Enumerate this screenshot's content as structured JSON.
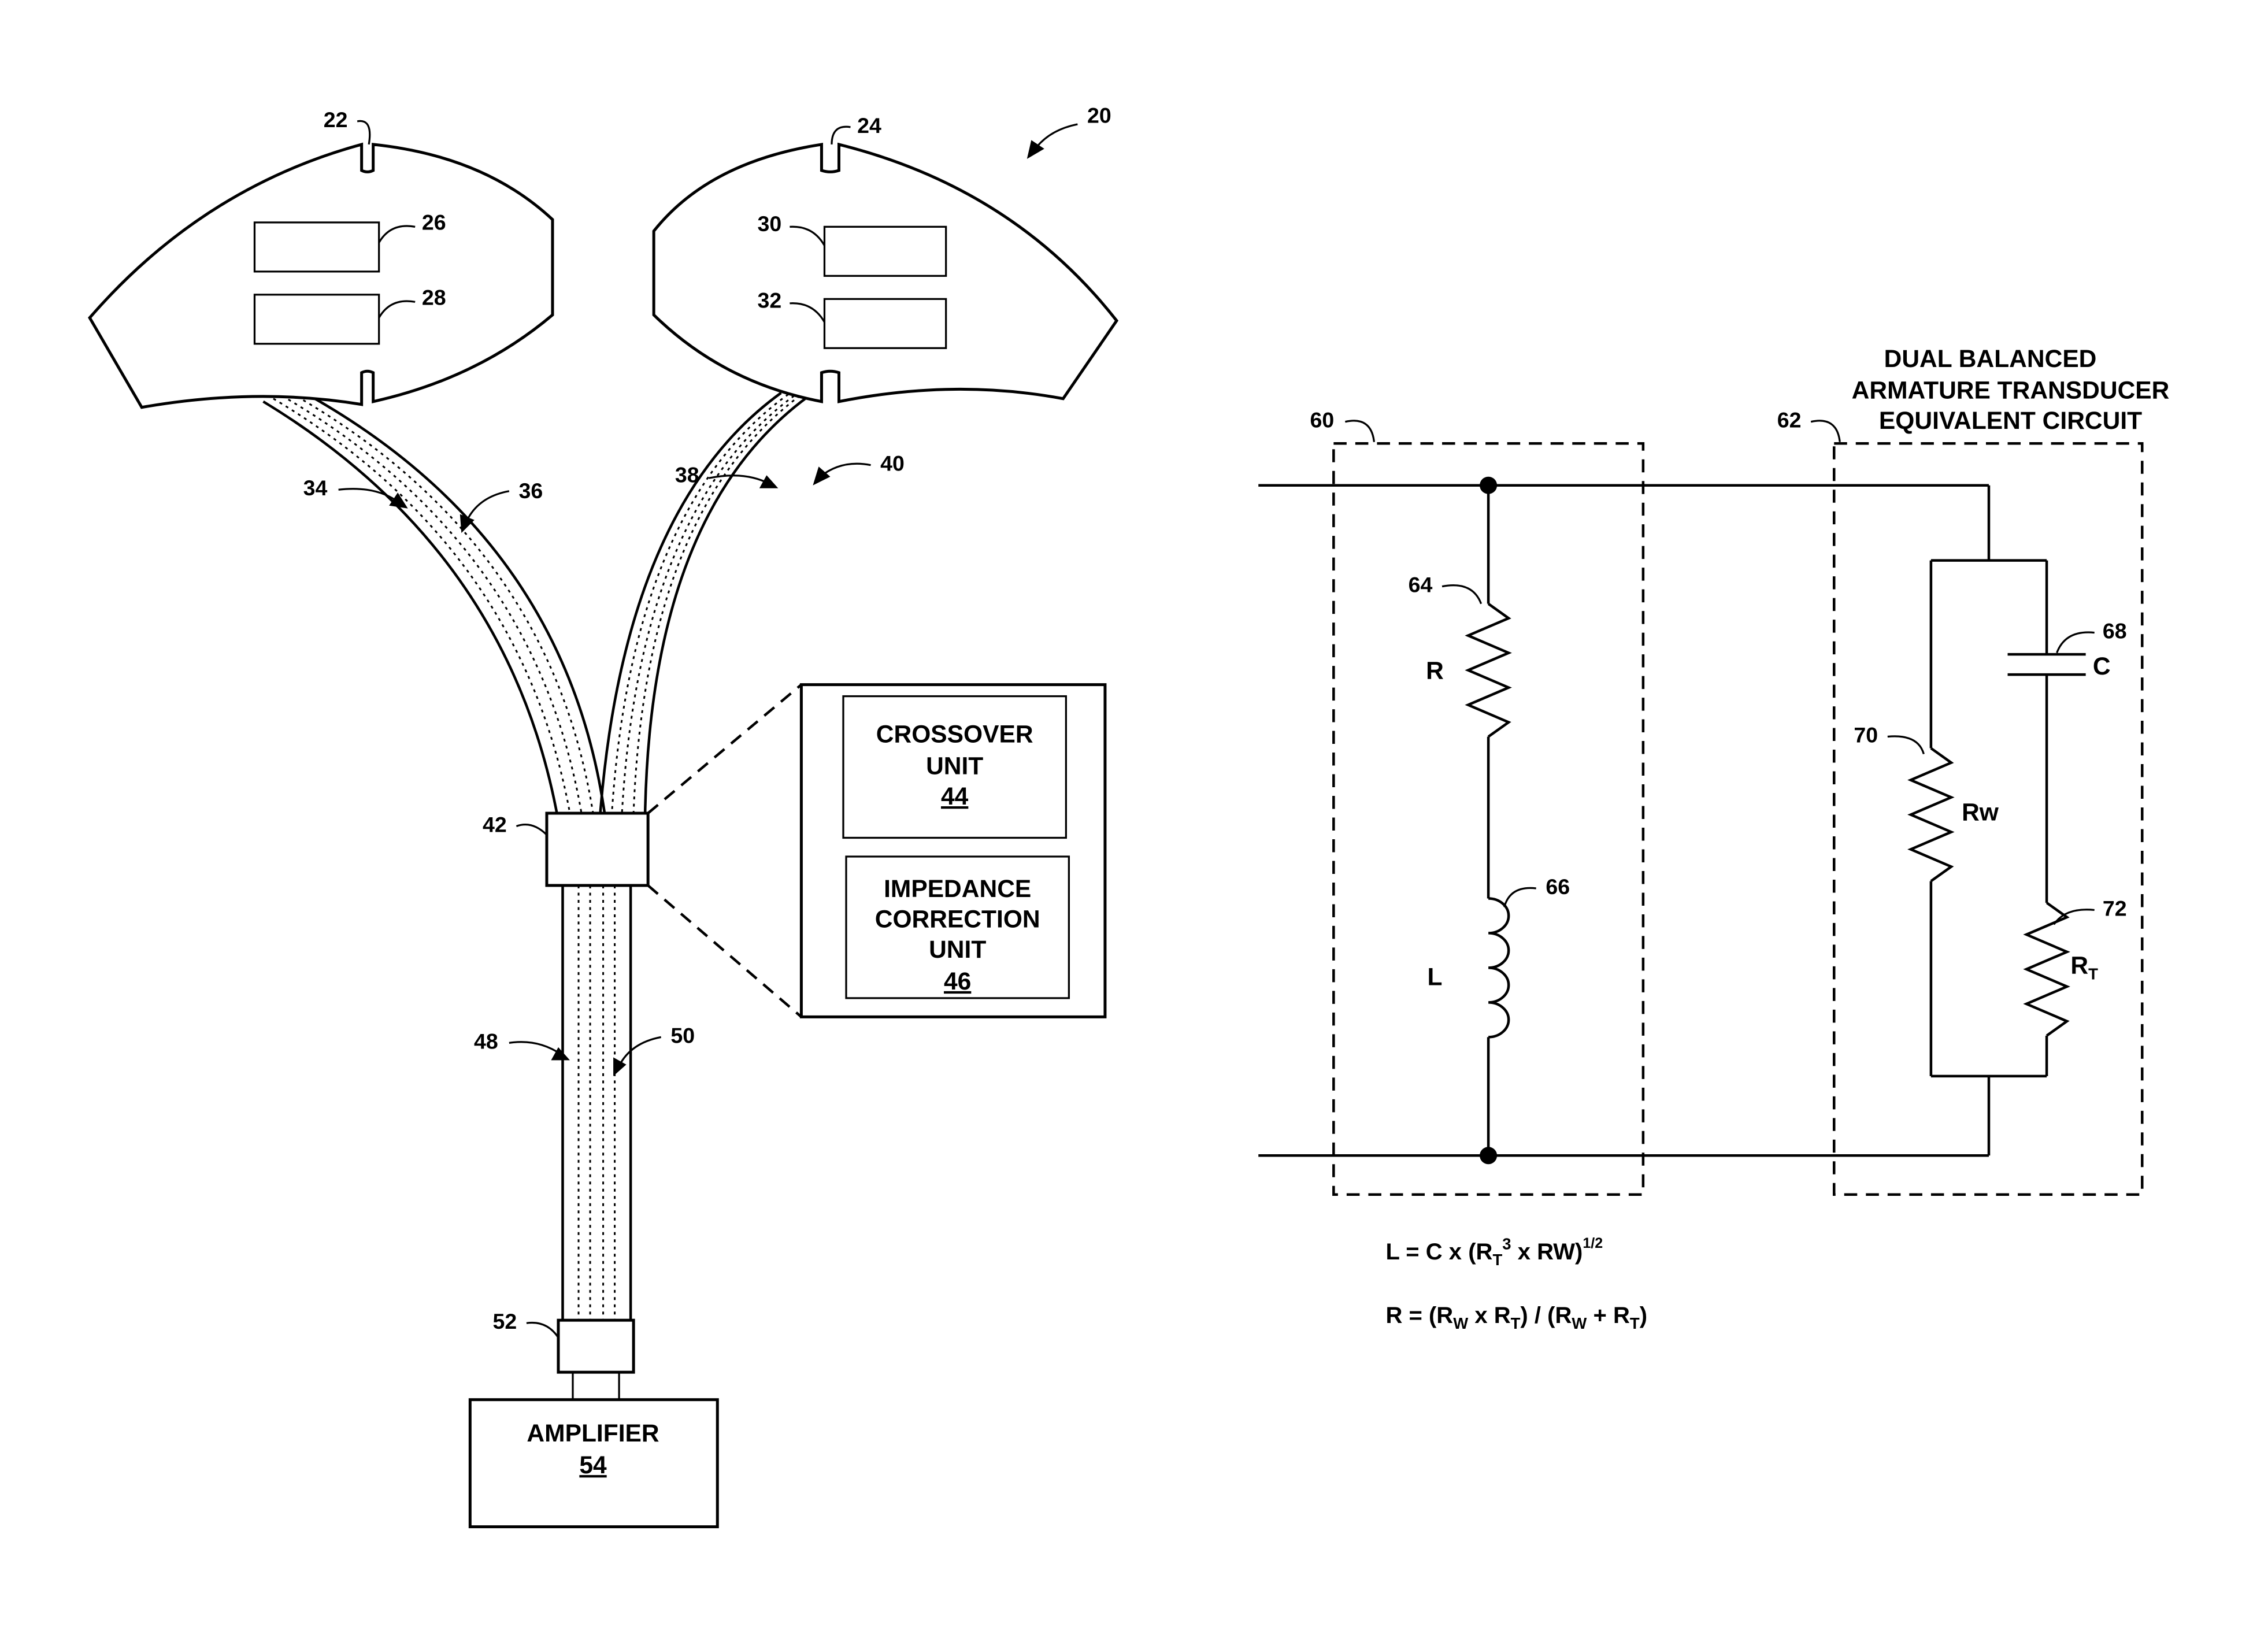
{
  "refs": {
    "system": "20",
    "left_earpiece": "22",
    "right_earpiece": "24",
    "driver_26": "26",
    "driver_28": "28",
    "driver_30": "30",
    "driver_32": "32",
    "wire_34": "34",
    "wire_36": "36",
    "wire_38": "38",
    "wire_40": "40",
    "junction": "42",
    "wire_48": "48",
    "wire_50": "50",
    "plug": "52",
    "circuit_60": "60",
    "circuit_62": "62",
    "resistor_64": "64",
    "inductor_66": "66",
    "capacitor_68": "68",
    "resistor_70": "70",
    "resistor_72": "72"
  },
  "crossover": {
    "line1": "CROSSOVER",
    "line2": "UNIT",
    "ref": "44"
  },
  "impedance": {
    "line1": "IMPEDANCE",
    "line2": "CORRECTION",
    "line3": "UNIT",
    "ref": "46"
  },
  "amplifier": {
    "label": "AMPLIFIER",
    "ref": "54"
  },
  "transducer_title": {
    "line1": "DUAL BALANCED",
    "line2": "ARMATURE TRANSDUCER",
    "line3": "EQUIVALENT CIRCUIT"
  },
  "components": {
    "R": "R",
    "L": "L",
    "C": "C",
    "Rw": "Rw",
    "RT_main": "R",
    "RT_sub": "T"
  },
  "formula_L": {
    "p1": "L = C x (R",
    "s1": "T",
    "p2": "3",
    "p3": " x RW)",
    "p4": "1/2"
  },
  "formula_R": {
    "p1": "R = (R",
    "s1": "W",
    "p2": " x R",
    "s2": "T",
    "p3": ") / (R",
    "s3": "W",
    "p4": " + R",
    "s4": "T",
    "p5": ")"
  }
}
